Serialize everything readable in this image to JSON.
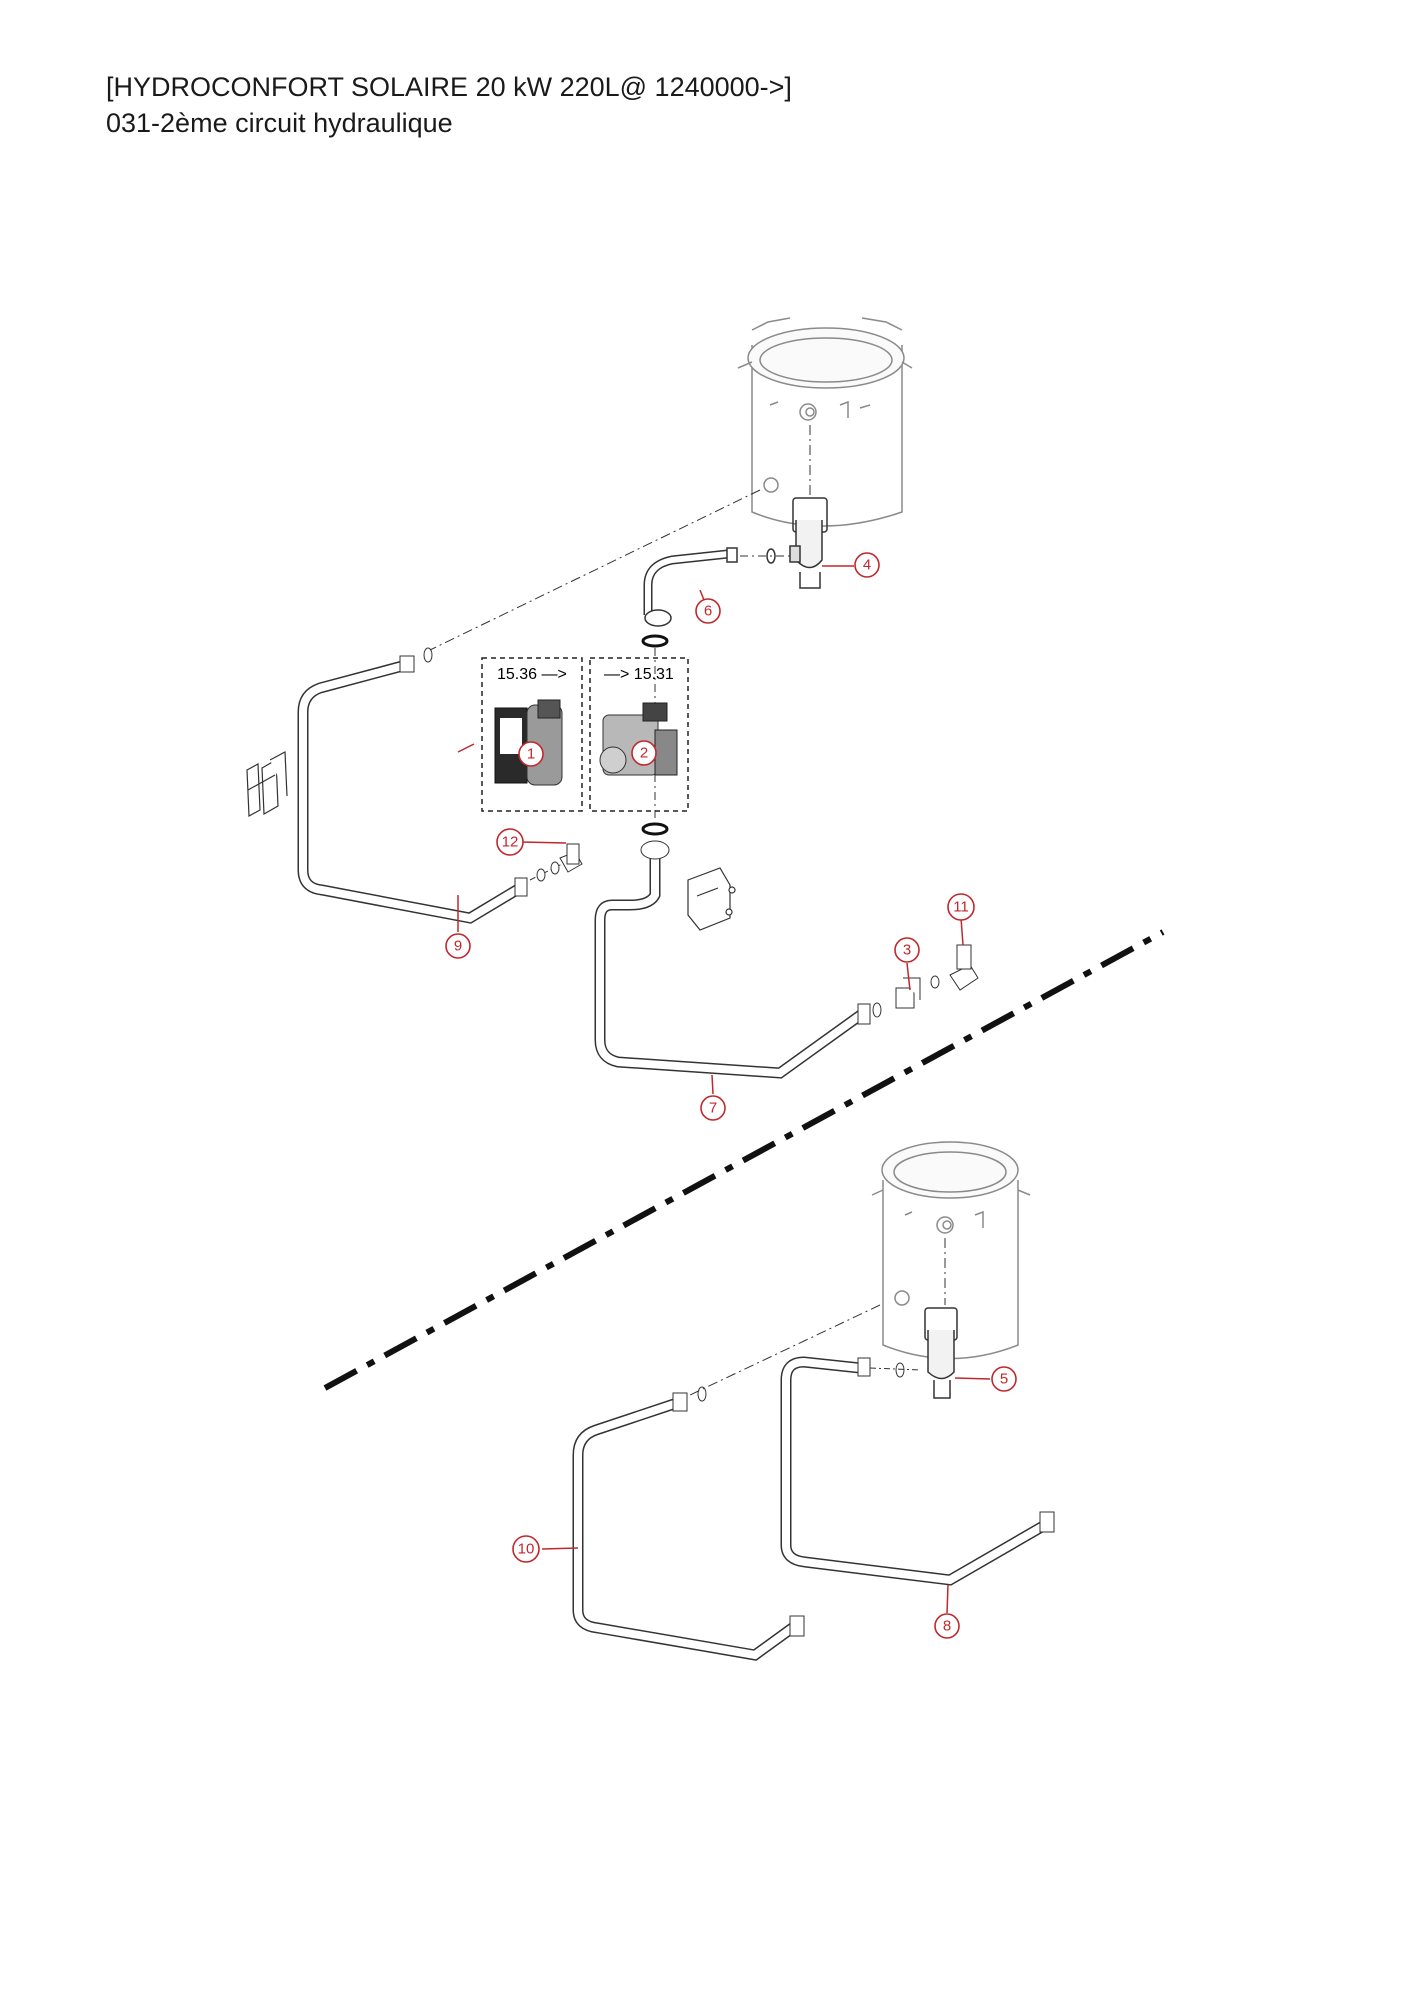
{
  "header": {
    "title": "[HYDROCONFORT SOLAIRE 20 kW 220L@ 1240000->]",
    "subtitle": "031-2ème circuit hydraulique"
  },
  "pump_boxes": [
    {
      "label": "15.36 —>"
    },
    {
      "label": "—> 15.31"
    }
  ],
  "callouts": [
    {
      "id": "1",
      "label": "1"
    },
    {
      "id": "2",
      "label": "2"
    },
    {
      "id": "3",
      "label": "3"
    },
    {
      "id": "4",
      "label": "4"
    },
    {
      "id": "5",
      "label": "5"
    },
    {
      "id": "6",
      "label": "6"
    },
    {
      "id": "7",
      "label": "7"
    },
    {
      "id": "8",
      "label": "8"
    },
    {
      "id": "9",
      "label": "9"
    },
    {
      "id": "10",
      "label": "10"
    },
    {
      "id": "11",
      "label": "11"
    },
    {
      "id": "12",
      "label": "12"
    }
  ],
  "colors": {
    "callout": "#c0282d",
    "line": "#333333",
    "pipe_fill": "#ffffff",
    "tank_outline": "#8a8a8a"
  }
}
